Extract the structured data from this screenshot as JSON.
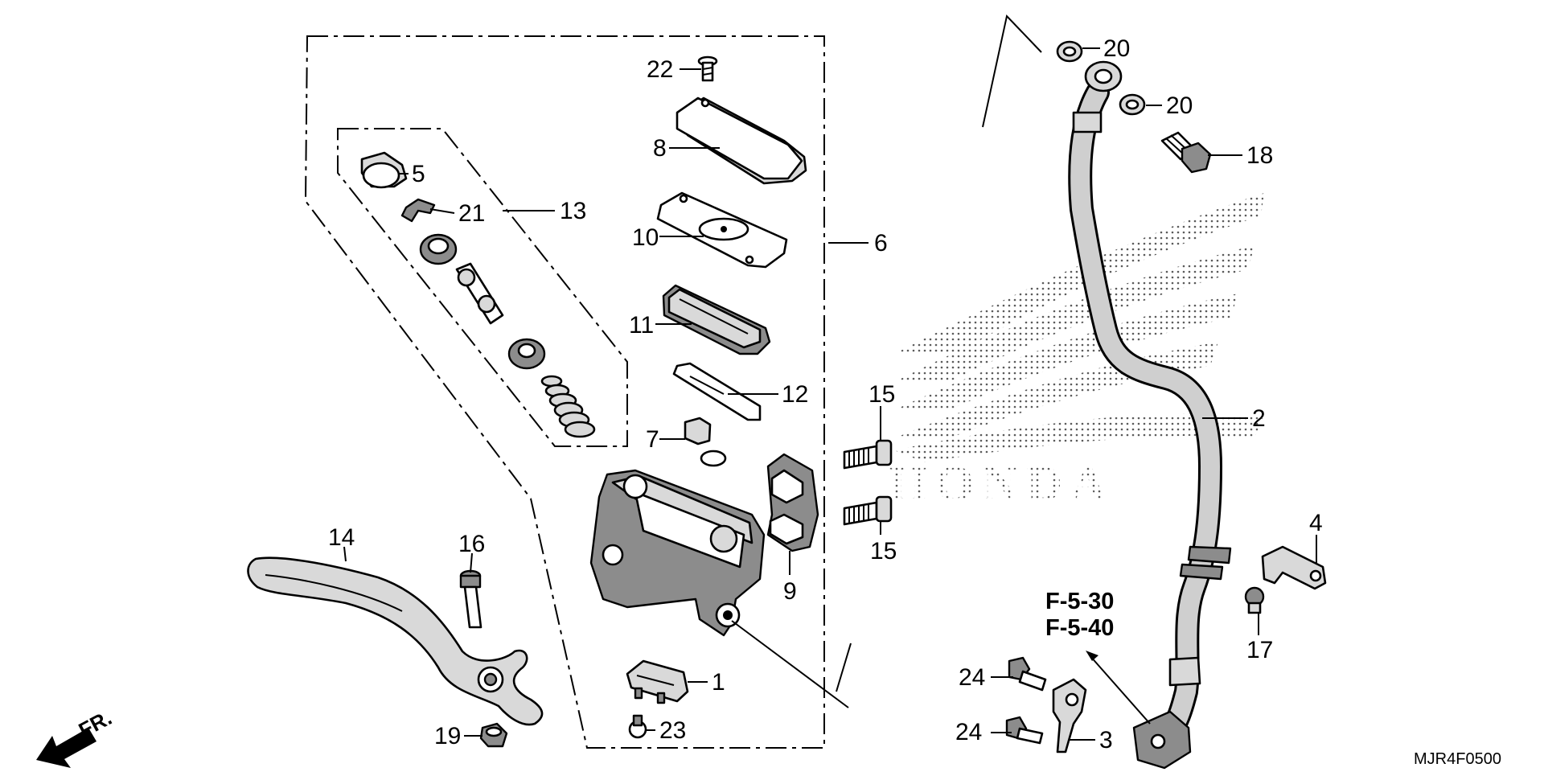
{
  "diagram": {
    "drawing_code": "MJR4F0500",
    "direction_label": "FR.",
    "references": [
      "F-5-30",
      "F-5-40"
    ],
    "watermark": "HONDA",
    "callouts": {
      "c1": "1",
      "c2": "2",
      "c3": "3",
      "c4": "4",
      "c5": "5",
      "c6": "6",
      "c7": "7",
      "c8": "8",
      "c9": "9",
      "c10": "10",
      "c11": "11",
      "c12": "12",
      "c13": "13",
      "c14": "14",
      "c15a": "15",
      "c15b": "15",
      "c16": "16",
      "c17": "17",
      "c18": "18",
      "c19": "19",
      "c20a": "20",
      "c20b": "20",
      "c21": "21",
      "c22": "22",
      "c23": "23",
      "c24a": "24",
      "c24b": "24"
    }
  }
}
